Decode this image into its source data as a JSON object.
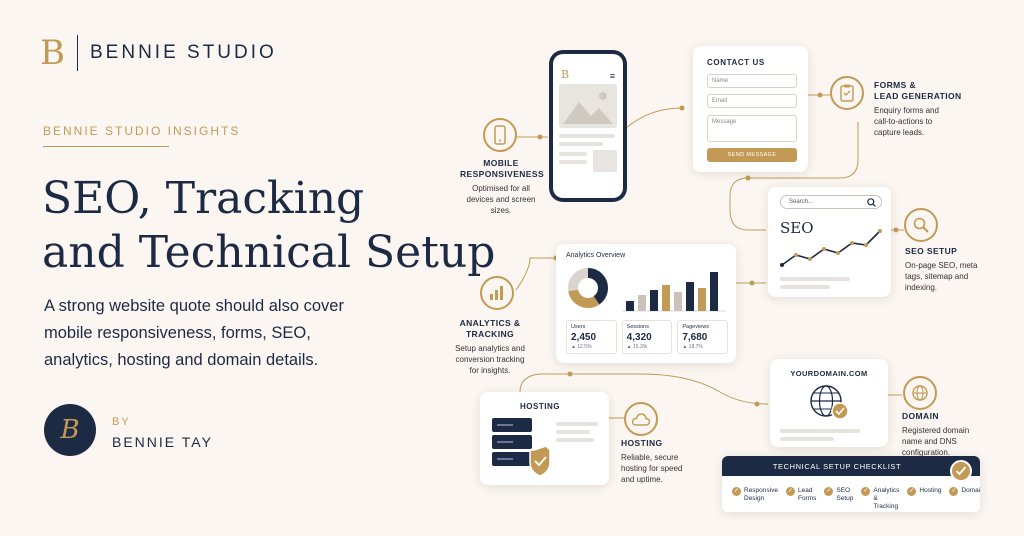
{
  "brand": {
    "name": "BENNIE STUDIO",
    "logo_letter": "B"
  },
  "eyebrow": "BENNIE STUDIO INSIGHTS",
  "headline": {
    "line1": "SEO, Tracking",
    "line2": "and Technical Setup"
  },
  "subtitle": {
    "line1": "A strong website quote should also cover",
    "line2": "mobile responsiveness, forms, SEO,",
    "line3": "analytics, hosting and domain details."
  },
  "author": {
    "by": "BY",
    "name": "BENNIE TAY",
    "avatar_letter": "B"
  },
  "features": {
    "mobile": {
      "title1": "MOBILE",
      "title2": "RESPONSIVENESS",
      "desc": [
        "Optimised for all",
        "devices and screen",
        "sizes."
      ],
      "icon": "smartphone-icon"
    },
    "forms": {
      "title1": "FORMS &",
      "title2": "LEAD GENERATION",
      "desc": [
        "Enquiry forms and",
        "call-to-actions to",
        "capture leads."
      ],
      "icon": "clipboard-icon"
    },
    "seo": {
      "title1": "SEO SETUP",
      "desc": [
        "On-page SEO, meta",
        "tags, sitemap and",
        "indexing."
      ],
      "icon": "magnifier-icon"
    },
    "analytics": {
      "title1": "ANALYTICS &",
      "title2": "TRACKING",
      "desc": [
        "Setup analytics and",
        "conversion tracking",
        "for insights."
      ],
      "icon": "bar-chart-icon"
    },
    "hosting": {
      "title1": "HOSTING",
      "desc": [
        "Reliable, secure",
        "hosting for speed",
        "and uptime."
      ],
      "icon": "cloud-icon"
    },
    "domain": {
      "title1": "DOMAIN",
      "desc": [
        "Registered domain",
        "name and DNS",
        "configuration."
      ],
      "icon": "globe-icon"
    }
  },
  "contact_card": {
    "title": "CONTACT US",
    "name_placeholder": "Name",
    "email_placeholder": "Email",
    "message_placeholder": "Message",
    "button": "SEND MESSAGE"
  },
  "seo_card": {
    "search_placeholder": "Search...",
    "label": "SEO"
  },
  "analytics_card": {
    "title": "Analytics Overview",
    "stats": [
      {
        "label": "Users",
        "value": "2,450",
        "change": "▲ 12.5%"
      },
      {
        "label": "Sessions",
        "value": "4,320",
        "change": "▲ 15.3%"
      },
      {
        "label": "Pageviews",
        "value": "7,680",
        "change": "▲ 18.7%"
      }
    ]
  },
  "hosting_card": {
    "title": "HOSTING"
  },
  "domain_card": {
    "title": "YOURDOMAIN.COM"
  },
  "checklist": {
    "title": "TECHNICAL SETUP CHECKLIST",
    "items": [
      {
        "l1": "Responsive",
        "l2": "Design"
      },
      {
        "l1": "Lead",
        "l2": "Forms"
      },
      {
        "l1": "SEO",
        "l2": "Setup"
      },
      {
        "l1": "Analytics",
        "l2": "& Tracking"
      },
      {
        "l1": "Hosting",
        "l2": ""
      },
      {
        "l1": "Domain",
        "l2": ""
      }
    ]
  },
  "colors": {
    "navy": "#1d2a44",
    "gold": "#c39a55",
    "background": "#fbf6f1"
  }
}
